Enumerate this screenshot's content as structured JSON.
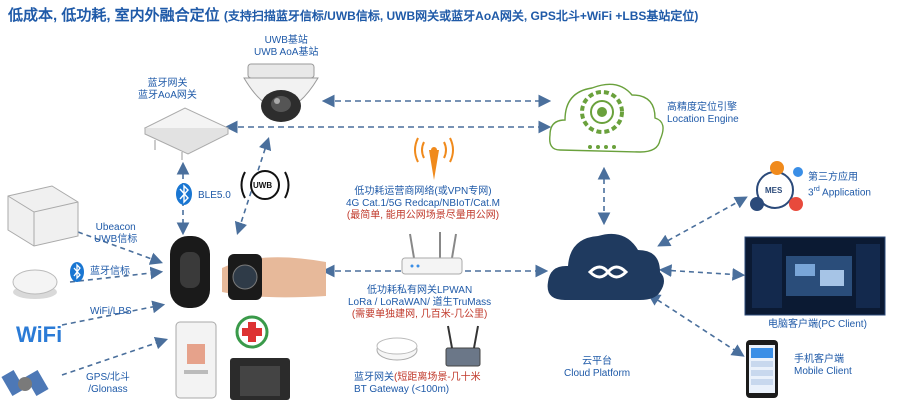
{
  "title": {
    "main": "低成本, 低功耗, 室内外融合定位",
    "sub": "(支持扫描蓝牙信标/UWB信标, UWB网关或蓝牙AoA网关, GPS北斗+WiFi +LBS基站定位)"
  },
  "uwb_station": {
    "line1": "UWB基站",
    "line2": "UWB AoA基站"
  },
  "bt_gateway_top": {
    "line1": "蓝牙网关",
    "line2": "蓝牙AoA网关"
  },
  "engine": {
    "cn": "高精度定位引擎",
    "en": "Location Engine"
  },
  "ble_label": "BLE5.0",
  "uwb_badge": "UWB",
  "carrier_net": {
    "line1": "低功耗运营商网络(或VPN专网)",
    "line2": "4G Cat.1/5G Redcap/NBIoT/Cat.M",
    "line3": "(最简单, 能用公网场景尽量用公网)"
  },
  "private_net": {
    "line1": "低功耗私有网关LPWAN",
    "line2": "LoRa / LoRaWAN/ 道生TruMass",
    "line3": "(需要单独建网, 几百米-几公里)"
  },
  "bt_gateway_bottom": {
    "line1a": "蓝牙网关",
    "line1b": "(短距离场景-几十米",
    "line2": "BT Gateway (<100m)"
  },
  "left_labels": {
    "ubeacon": "Ubeacon",
    "uwb_beacon": "UWB信标",
    "bt_beacon": "蓝牙信标",
    "wifi_lbs": "WiFi/LBS",
    "gps1": "GPS/北斗",
    "gps2": "/Glonass",
    "wifi_logo": "WiFi"
  },
  "cloud": {
    "cn": "云平台",
    "en": "Cloud Platform"
  },
  "third_party": {
    "cn": "第三方应用",
    "en_pre": "3",
    "en_sup": "rd",
    "en_post": " Application"
  },
  "mes": "MES",
  "pc_client": "电脑客户端(PC Client)",
  "mobile_client": {
    "cn": "手机客户端",
    "en": "Mobile Client"
  },
  "colors": {
    "accent": "#1f5aa8",
    "note": "#c0392b",
    "arrow": "#4a6f9c"
  }
}
